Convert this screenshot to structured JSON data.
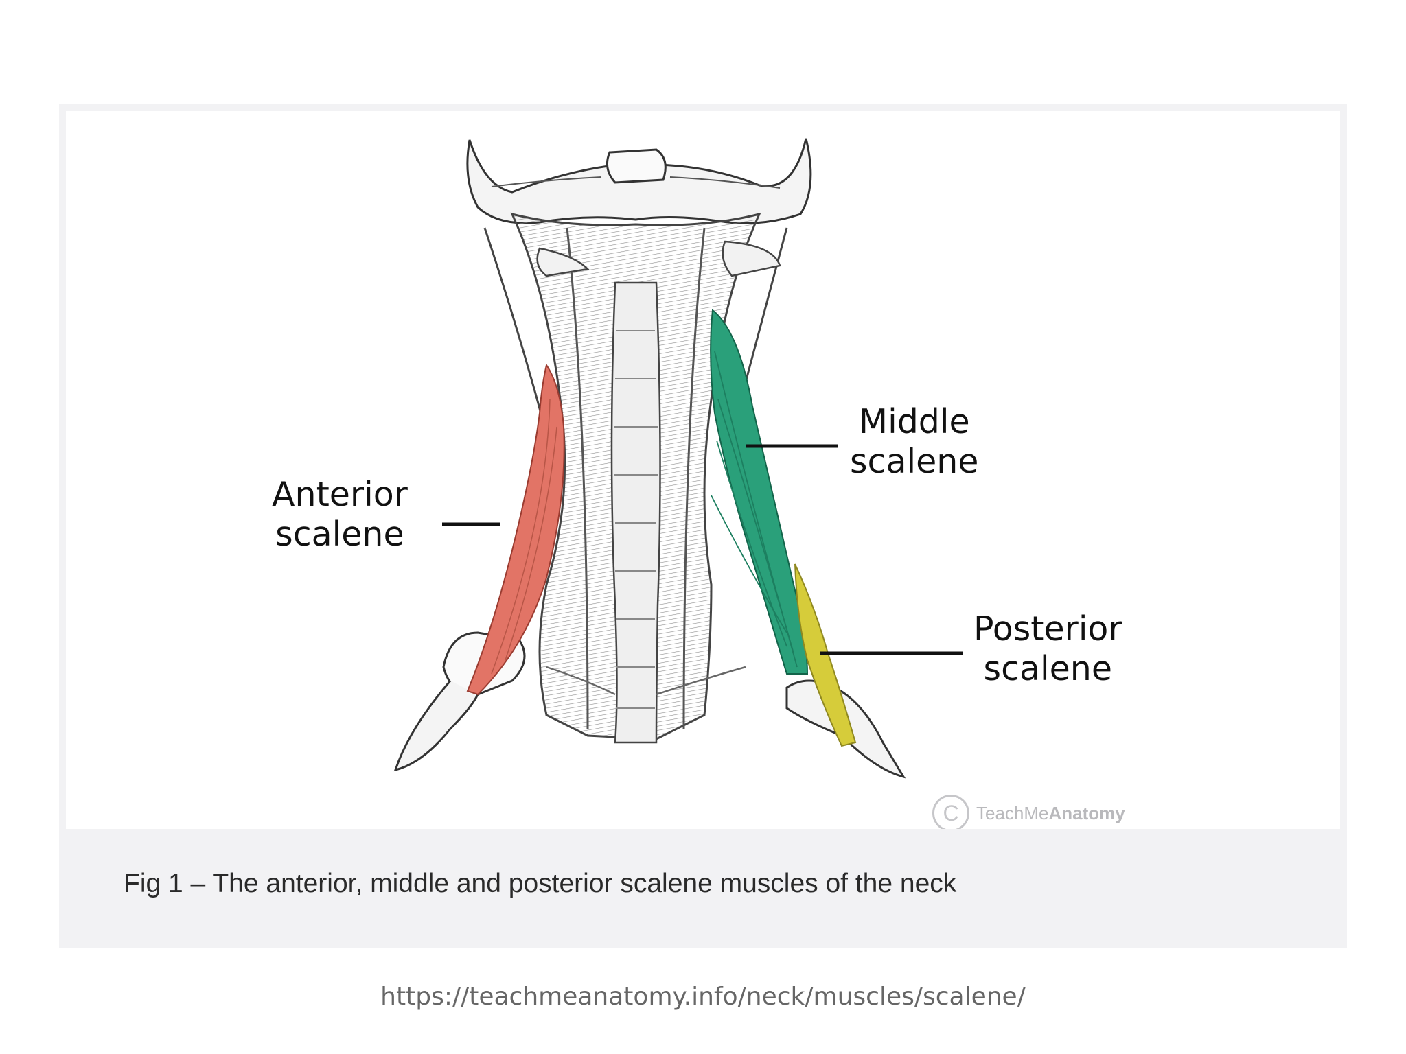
{
  "figure": {
    "labels": {
      "anterior_line1": "Anterior",
      "anterior_line2": "scalene",
      "middle_line1": "Middle",
      "middle_line2": "scalene",
      "posterior_line1": "Posterior",
      "posterior_line2": "scalene"
    },
    "watermark": {
      "symbol": "C",
      "prefix": "TeachMe",
      "suffix": "Anatomy"
    },
    "caption": "Fig 1 – The anterior, middle and posterior scalene muscles of the neck"
  },
  "source_url": "https://teachmeanatomy.info/neck/muscles/scalene/",
  "colors": {
    "anterior_scalene": "#e27466",
    "middle_scalene": "#2aa07a",
    "posterior_scalene": "#d6cc3a",
    "caption_band": "#f2f2f4"
  },
  "icons": [
    "copyright-icon"
  ]
}
